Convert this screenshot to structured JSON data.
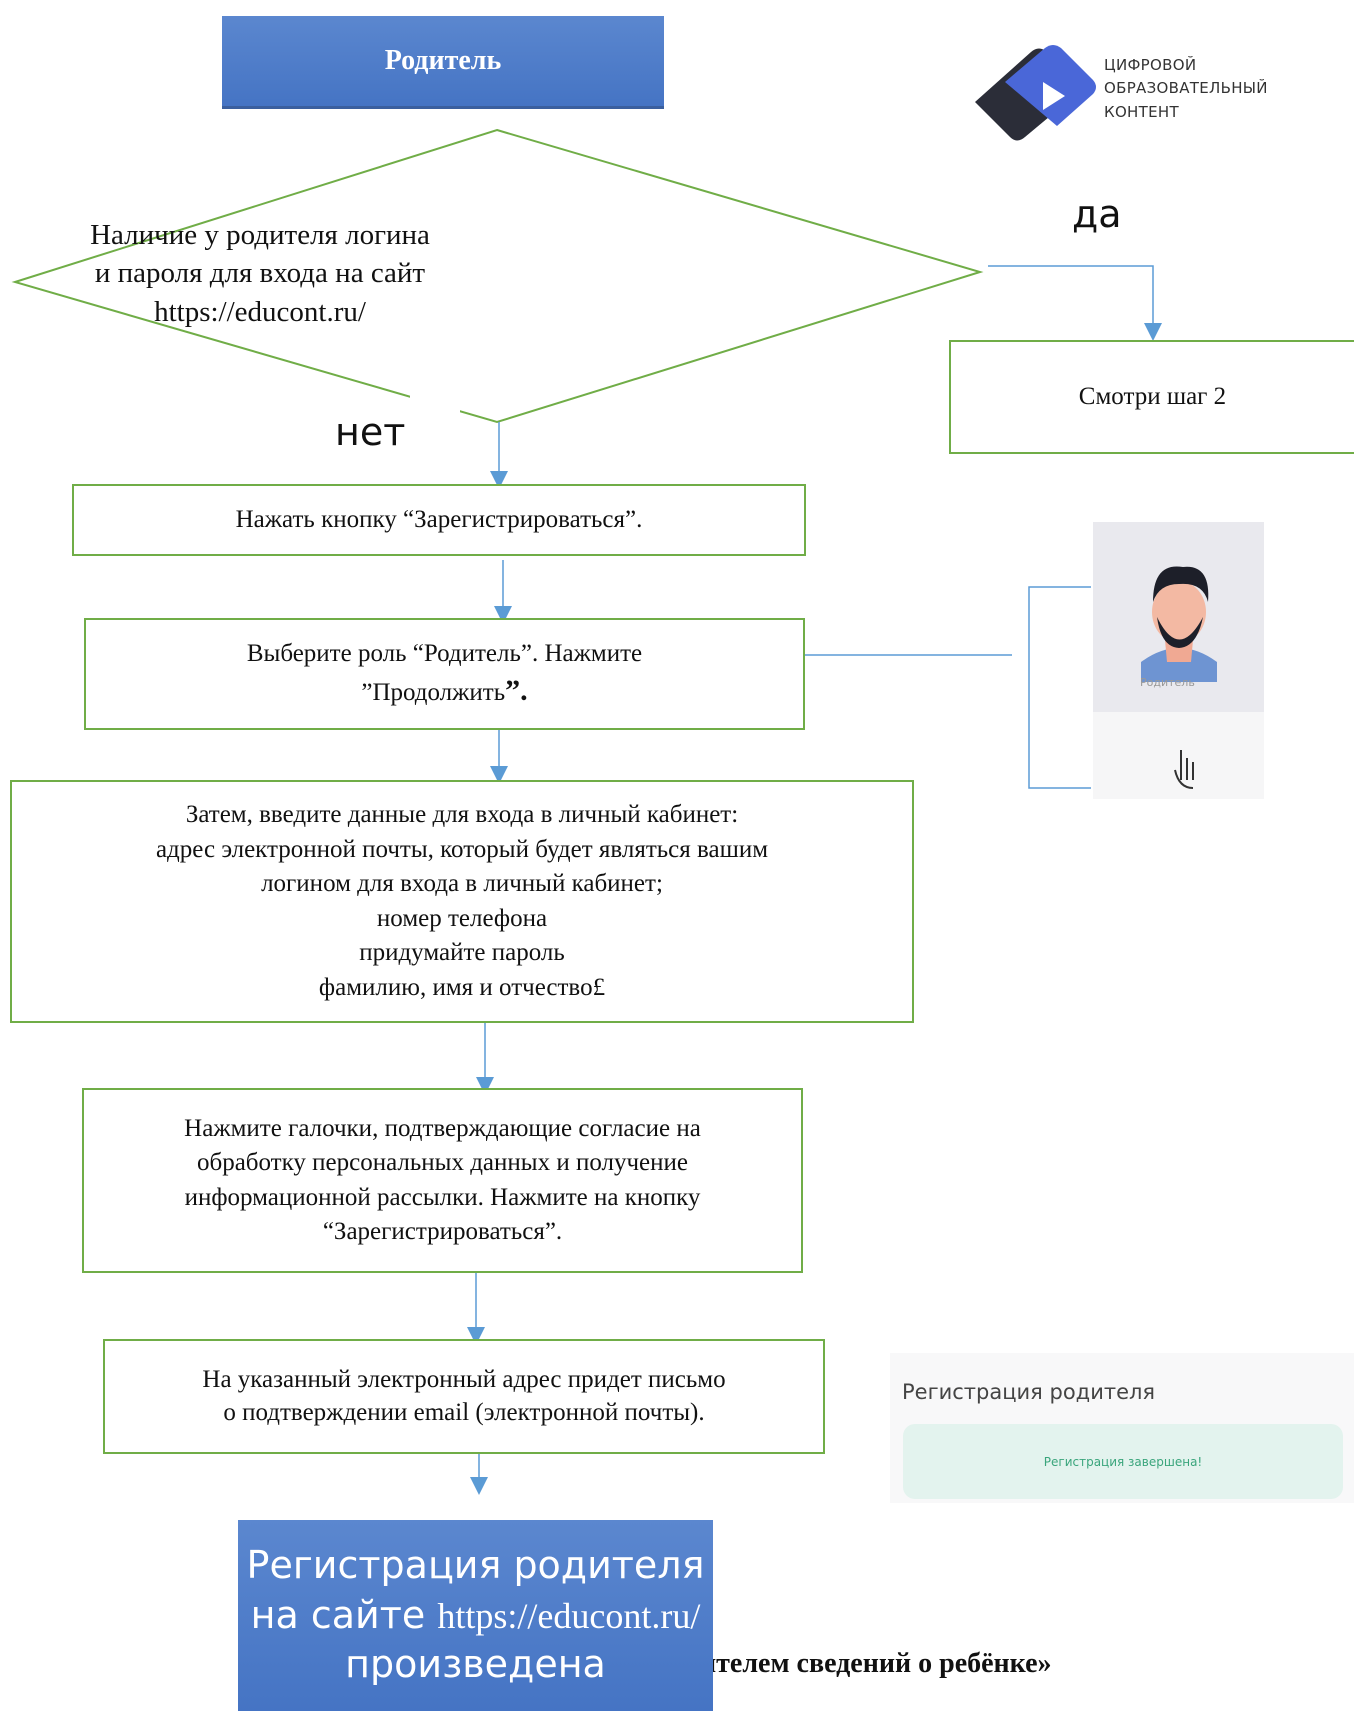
{
  "start": {
    "label": "Родитель"
  },
  "decision": {
    "line1": "Наличие у родителя логина",
    "line2": "и пароля для входа на сайт",
    "line3": "https://educont.ru/",
    "yes_label": "да",
    "no_label": "нет"
  },
  "yes_branch": {
    "label": "Смотри шаг 2"
  },
  "steps": {
    "register": "Нажать кнопку “Зарегистрироваться”.",
    "role_line1": "Выберите роль “Родитель”. Нажмите",
    "role_line2": "”Продолжить",
    "role_quote": "”.",
    "data_lines": [
      "Затем, введите данные для входа в личный кабинет:",
      "адрес электронной почты, который будет являться вашим",
      "логином для входа в личный кабинет;",
      "номер телефона",
      "придумайте пароль",
      "фамилию, имя и отчество£"
    ],
    "consent_lines": [
      "Нажмите галочки, подтверждающие согласие на",
      "обработку персональных данных и получение",
      "информационной рассылки. Нажмите на кнопку",
      "“Зарегистрироваться”."
    ],
    "email_lines": [
      "На указанный электронный адрес придет письмо",
      "о подтверждении email (электронной почты)."
    ]
  },
  "finish": {
    "line1": "Регистрация родителя",
    "line2_prefix": "на сайте ",
    "line2_url": "https://educont.ru/",
    "line3": "произведена"
  },
  "logo": {
    "lines": [
      "ЦИФРОВОЙ",
      "ОБРАЗОВАТЕЛЬНЫЙ",
      "КОНТЕНТ"
    ]
  },
  "role_card": {
    "caption": "Родитель"
  },
  "registration_screen": {
    "title": "Регистрация родителя",
    "message": "Регистрация завершена!"
  },
  "footer": {
    "text": "ителем сведений о ребёнке»"
  },
  "colors": {
    "flow_border": "#70ad47",
    "arrow": "#5b9bd5",
    "terminal_fill": "#4f7fcb"
  }
}
